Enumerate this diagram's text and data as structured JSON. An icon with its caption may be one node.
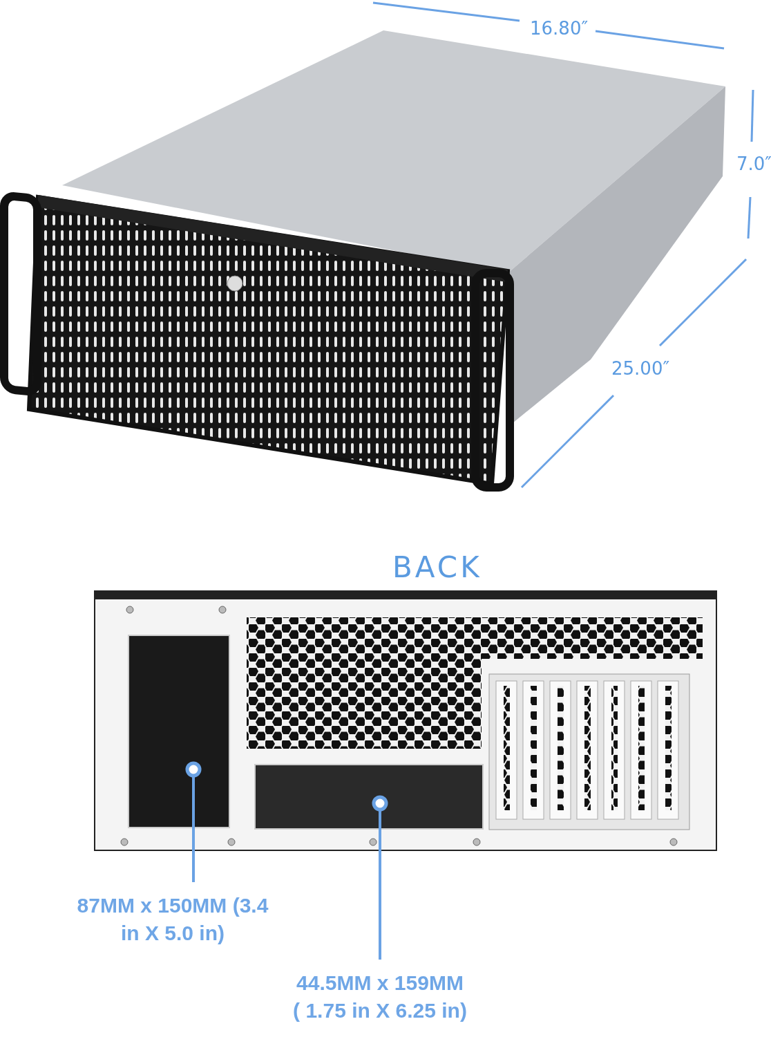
{
  "diagram": {
    "nodes": [
      {
        "text": [
          "87MM x 150MM (3.4 in X 5.0 in)"
        ]
      },
      {
        "text": [],
        "shape": "box"
      },
      {
        "text": [
          "44.5MM x 159MM ( 1.75 in X 6.25 in)"
        ]
      },
      {
        "text": [],
        "shape": "box"
      }
    ],
    "edges": [
      {
        "from": 0,
        "to": 1,
        "arrow": "other"
      },
      {
        "from": 2,
        "to": 3,
        "arrow": "other"
      }
    ],
    "labels": [
      "16.80″",
      "7.0″",
      "25.00″",
      "BACK"
    ]
  }
}
